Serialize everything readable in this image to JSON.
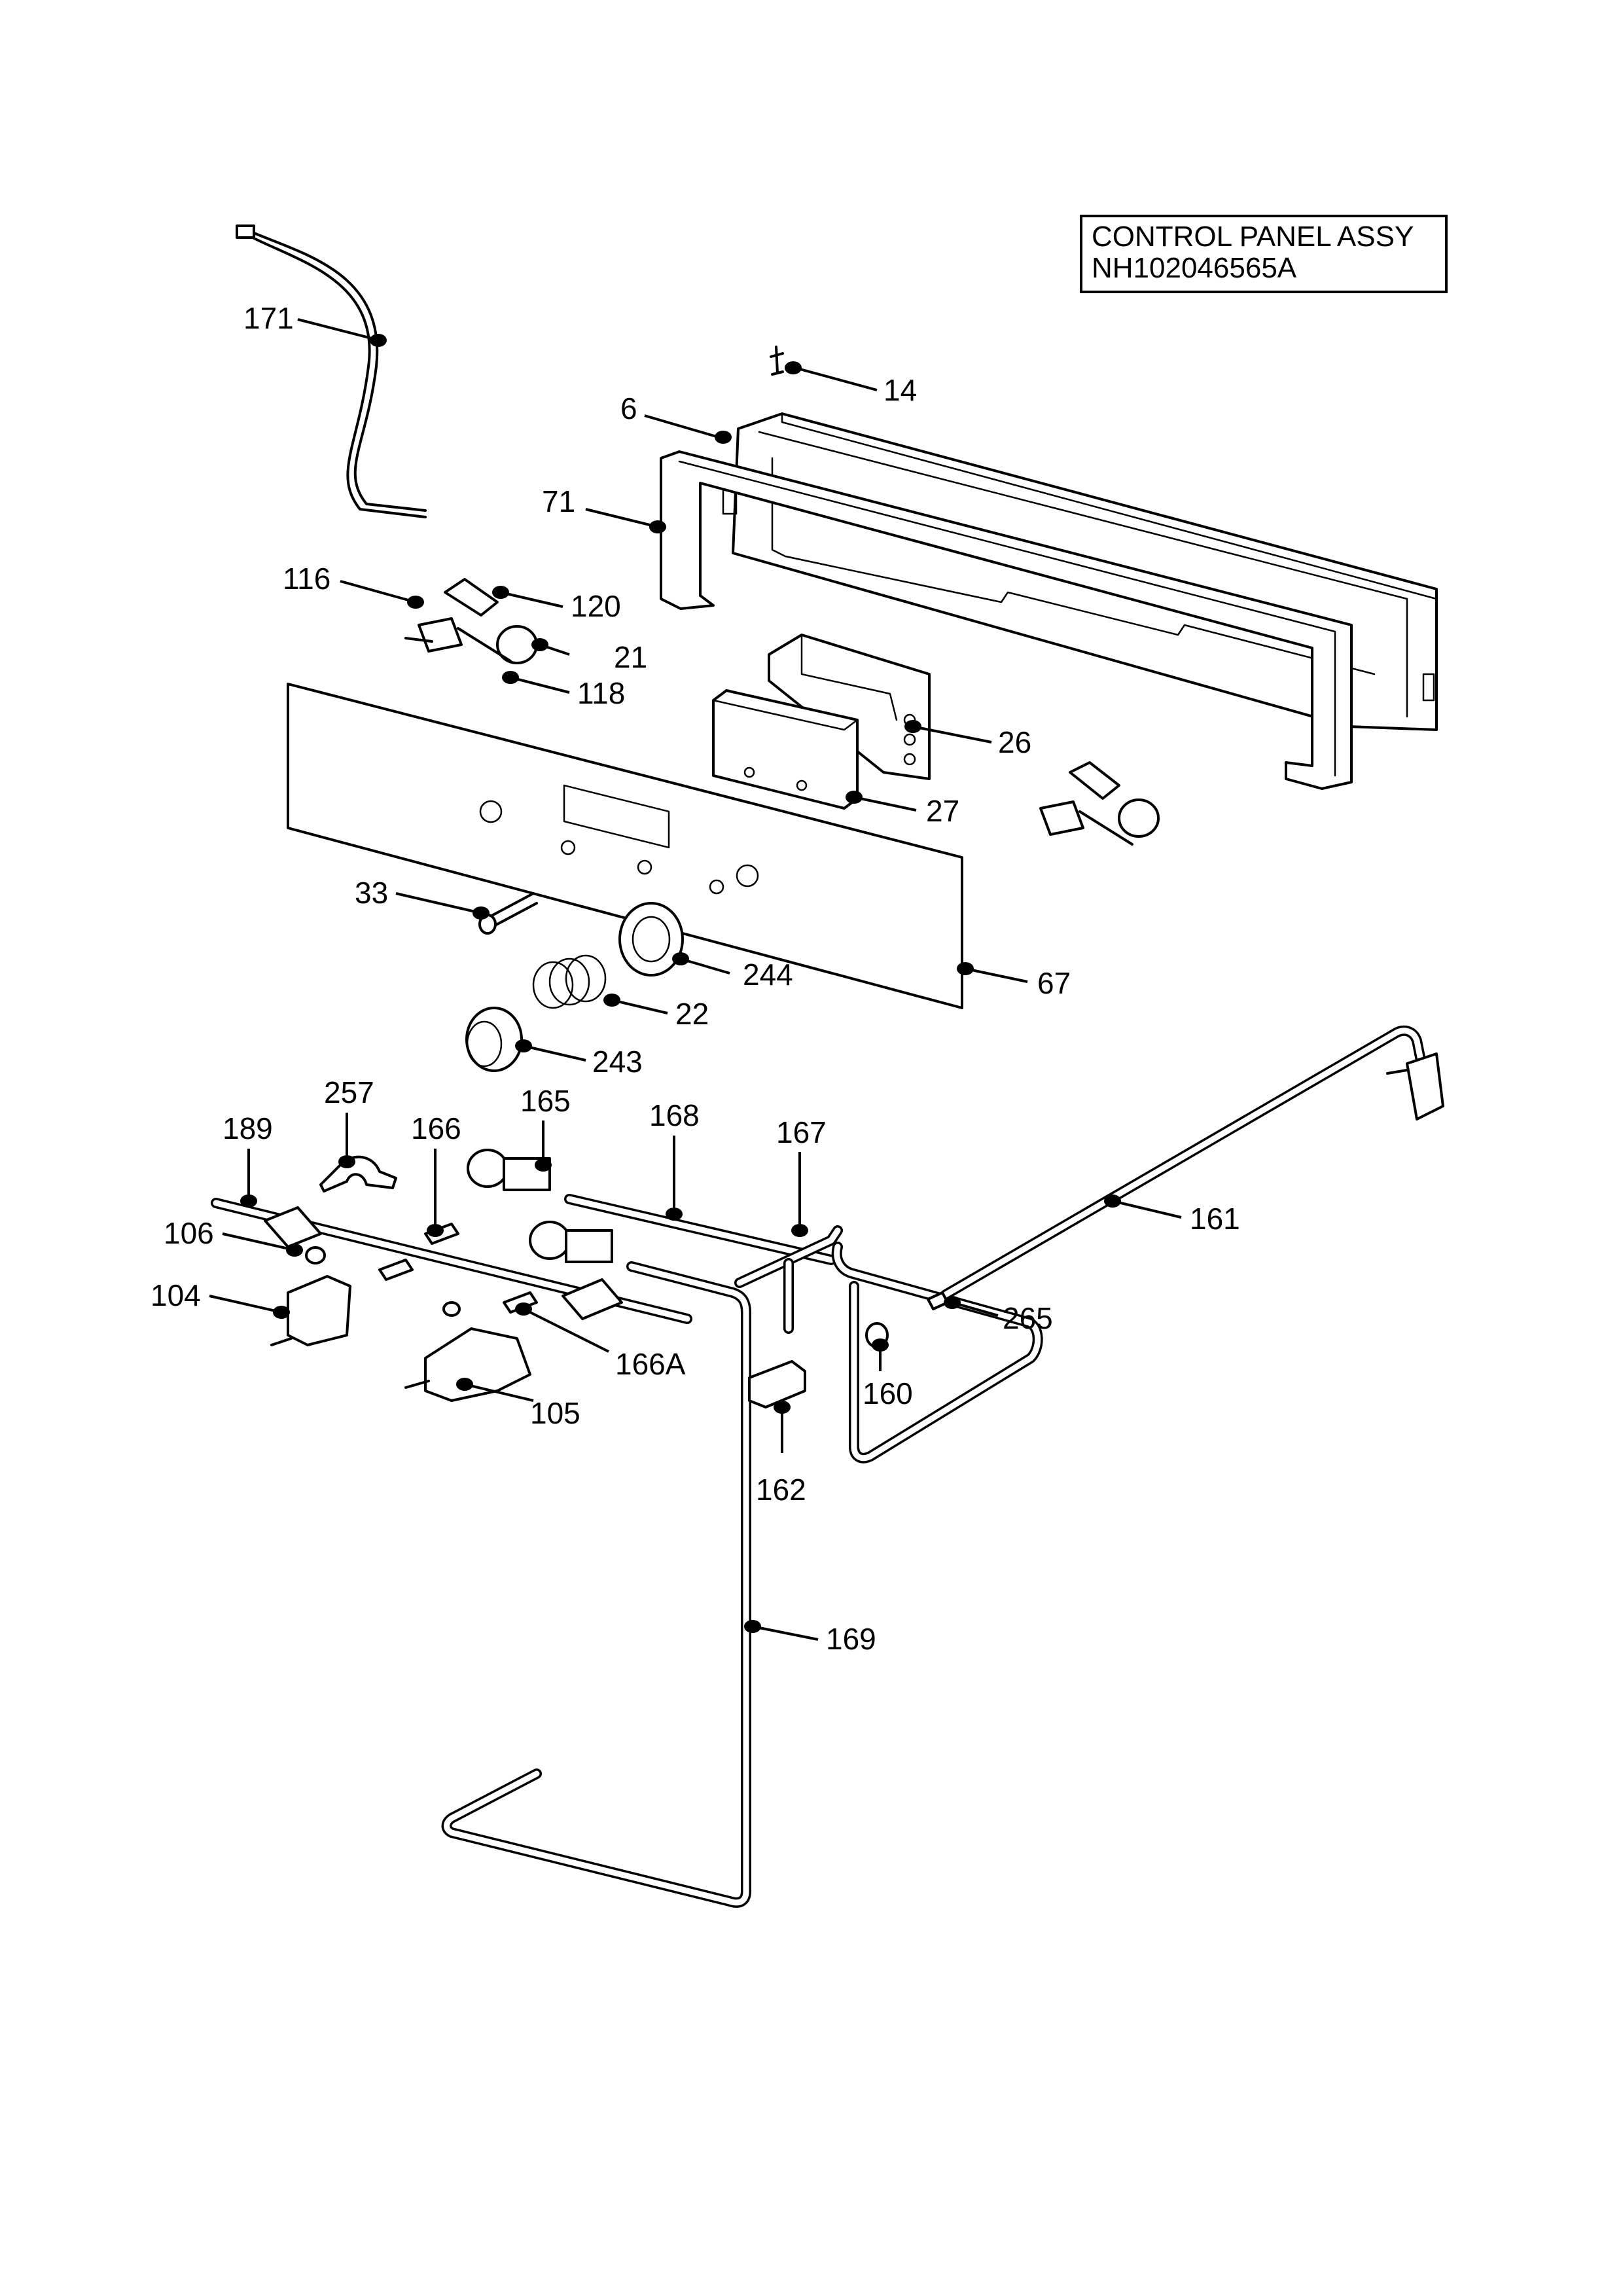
{
  "title_box": {
    "line1": "CONTROL PANEL ASSY",
    "line2": "NH102046565A"
  },
  "labels": {
    "p171": "171",
    "p14": "14",
    "p6": "6",
    "p71": "71",
    "p116": "116",
    "p120": "120",
    "p21": "21",
    "p118": "118",
    "p26": "26",
    "p27": "27",
    "p33": "33",
    "p244": "244",
    "p67": "67",
    "p22": "22",
    "p243": "243",
    "p257": "257",
    "p189": "189",
    "p166": "166",
    "p165": "165",
    "p168": "168",
    "p167": "167",
    "p161": "161",
    "p106": "106",
    "p104": "104",
    "p166a": "166A",
    "p105": "105",
    "p265": "265",
    "p160": "160",
    "p162": "162",
    "p169": "169"
  }
}
